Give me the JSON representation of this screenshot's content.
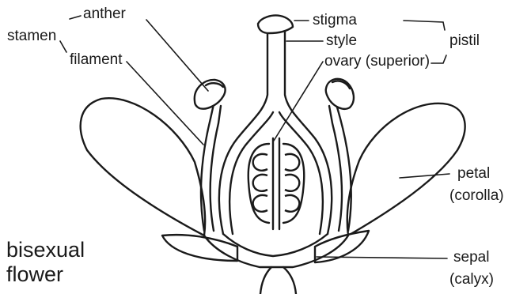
{
  "title": {
    "line1": "bisexual",
    "line2": "flower"
  },
  "labels": {
    "anther": "anther",
    "stamen": "stamen",
    "filament": "filament",
    "stigma": "stigma",
    "style": "style",
    "ovary": "ovary (superior)",
    "pistil": "pistil",
    "petal": "petal",
    "corolla": "(corolla)",
    "sepal": "sepal",
    "calyx": "(calyx)"
  },
  "colors": {
    "ink": "#1a1a1a",
    "background": "#ffffff"
  }
}
